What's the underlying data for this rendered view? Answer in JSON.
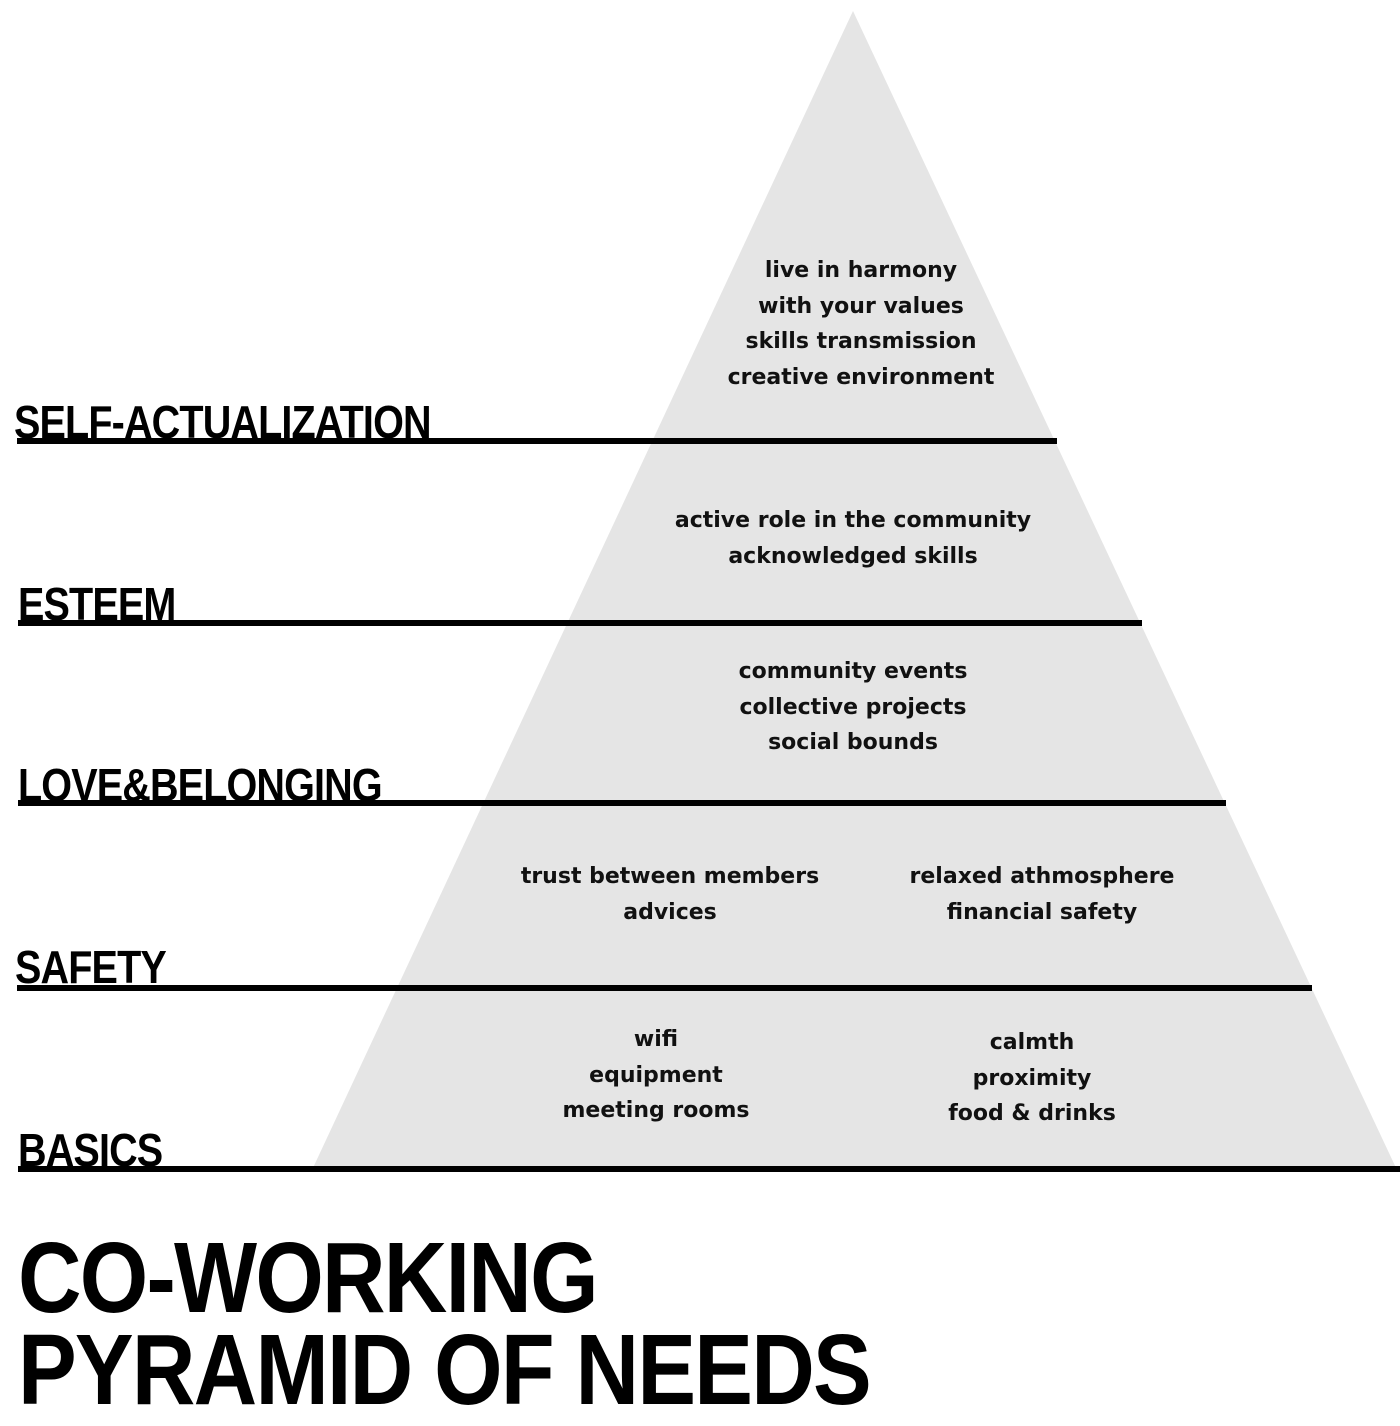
{
  "title": {
    "line1": "CO-WORKING",
    "line2": "PYRAMID OF NEEDS"
  },
  "levels": [
    {
      "label": "SELF-ACTUALIZATION",
      "needs": [
        [
          "live in harmony",
          "with your values",
          "skills transmission",
          "creative environment"
        ]
      ]
    },
    {
      "label": "ESTEEM",
      "needs": [
        [
          "active role in the community",
          "acknowledged skills"
        ]
      ]
    },
    {
      "label": "LOVE&BELONGING",
      "needs": [
        [
          "community events",
          "collective projects",
          "social bounds"
        ]
      ]
    },
    {
      "label": "SAFETY",
      "needs": [
        [
          "trust between members",
          "advices"
        ],
        [
          "relaxed athmosphere",
          "financial safety"
        ]
      ]
    },
    {
      "label": "BASICS",
      "needs": [
        [
          "wifi",
          "equipment",
          "meeting rooms"
        ],
        [
          "calmth",
          "proximity",
          "food & drinks"
        ]
      ]
    }
  ],
  "colors": {
    "pyramid_fill": "#e5e5e5",
    "lines": "#000000",
    "text": "#111111"
  }
}
